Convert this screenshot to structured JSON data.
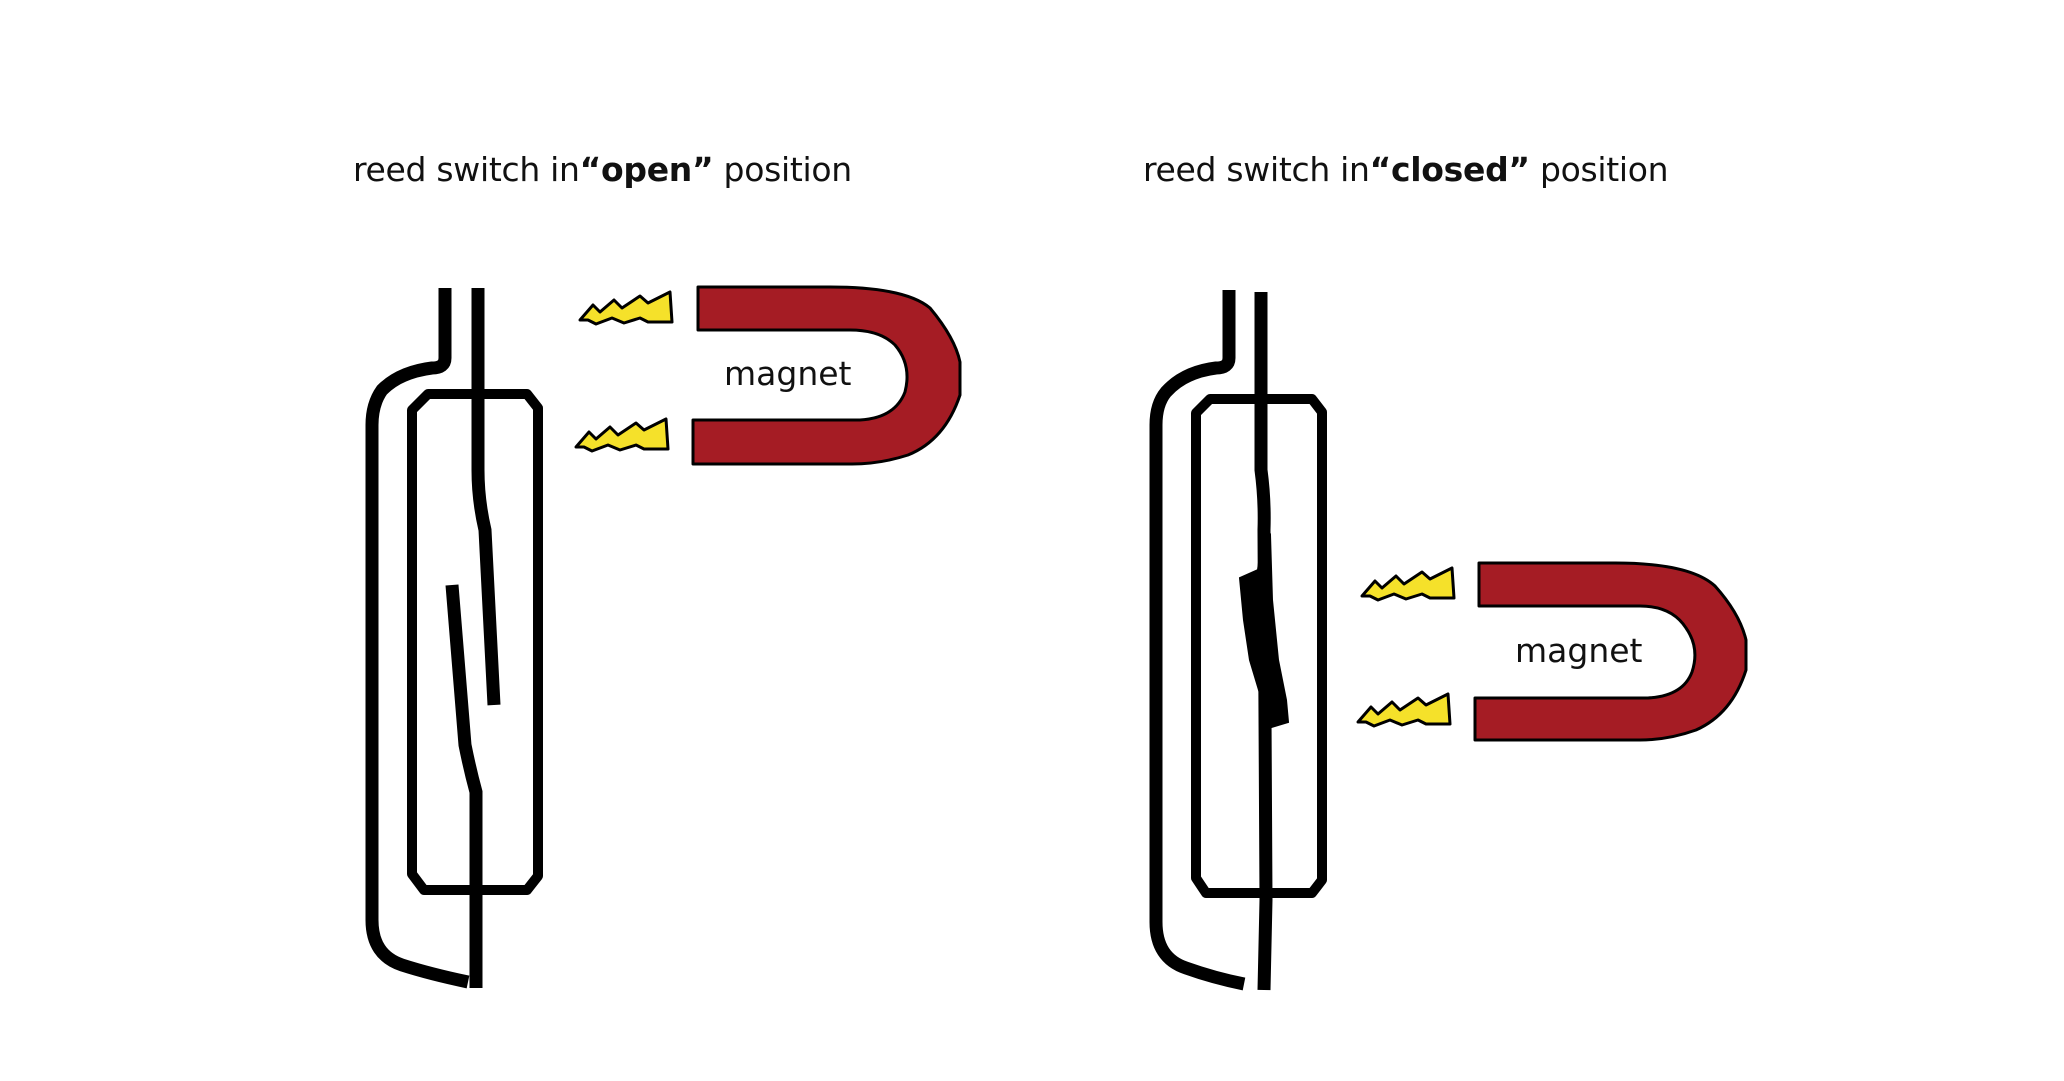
{
  "panels": [
    {
      "caption": {
        "prefix": "reed switch in",
        "state": "“open”",
        "suffix": " position"
      },
      "magnet_label": "magnet"
    },
    {
      "caption": {
        "prefix": "reed switch in",
        "state": "“closed”",
        "suffix": " position"
      },
      "magnet_label": "magnet"
    }
  ],
  "colors": {
    "magnet": "#a51c24",
    "field_bolt": "#f5e12a",
    "outline": "#000000",
    "background": "#ffffff"
  }
}
